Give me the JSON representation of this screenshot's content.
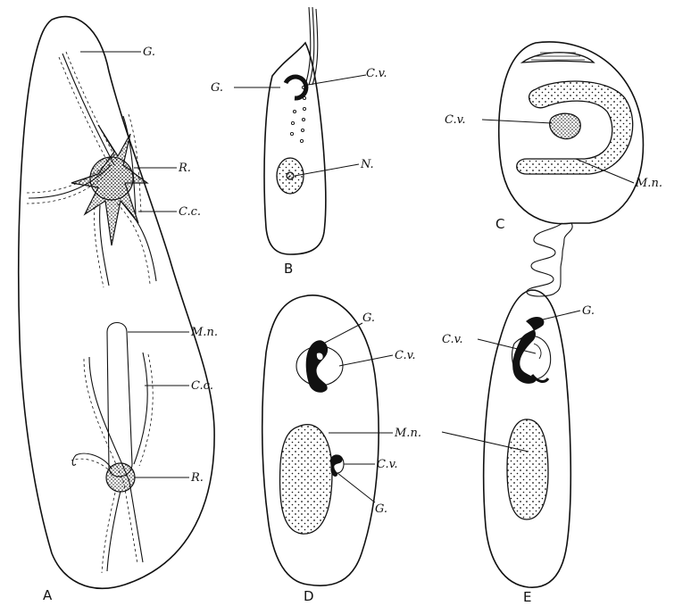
{
  "figure": {
    "panels": {
      "A": "A",
      "B": "B",
      "C": "C",
      "D": "D",
      "E": "E"
    },
    "labels": {
      "a_g": "G.",
      "a_r1": "R.",
      "a_cc1": "C.c.",
      "a_mn": "M.n.",
      "a_cc2": "C.c.",
      "a_r2": "R.",
      "b_cv": "C.v.",
      "b_g": "G.",
      "b_n": "N.",
      "c_cv": "C.v.",
      "c_mn": "M.n.",
      "d_g1": "G.",
      "d_cv1": "C.v.",
      "d_mn": "M.n.",
      "d_cv2": "C.v.",
      "d_g2": "G.",
      "e_g": "G.",
      "e_cv": "C.v."
    }
  }
}
